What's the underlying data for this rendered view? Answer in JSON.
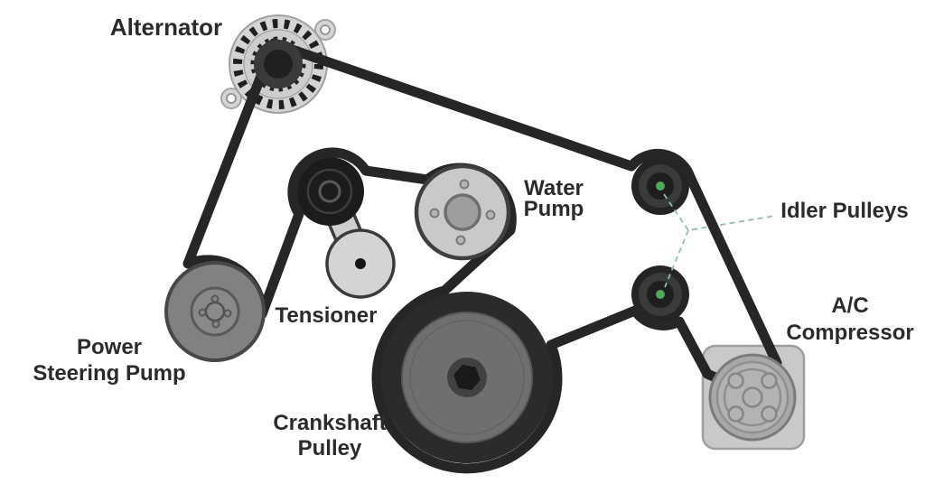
{
  "labels": {
    "alternator": "Alternator",
    "water_pump": {
      "line1": "Water",
      "line2": "Pump"
    },
    "tensioner": "Tensioner",
    "idler_pulleys": "Idler Pulleys",
    "power_steering_pump": {
      "line1": "Power",
      "line2": "Steering Pump"
    },
    "crankshaft_pulley": {
      "line1": "Crankshaft",
      "line2": "Pulley"
    },
    "ac_compressor": {
      "line1": "A/C",
      "line2": "Compressor"
    }
  },
  "colors": {
    "background": "#ffffff",
    "belt": "#262626",
    "label_text": "#2b2b2b",
    "idler_marker_green": "#4bad57",
    "leader_line_green": "#8fbf9f"
  }
}
